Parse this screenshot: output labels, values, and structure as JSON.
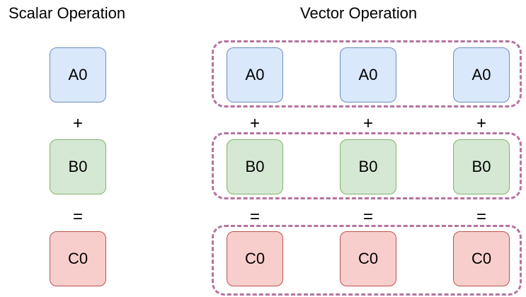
{
  "colors": {
    "a_fill": "#dae8fc",
    "a_stroke": "#6c8ebf",
    "b_fill": "#d5e8d4",
    "b_stroke": "#82b366",
    "c_fill": "#f8cecc",
    "c_stroke": "#b85450",
    "group_dash": "#b5739d"
  },
  "scalar": {
    "title": "Scalar Operation",
    "a": "A0",
    "plus": "+",
    "b": "B0",
    "equals": "=",
    "c": "C0"
  },
  "vector": {
    "title": "Vector Operation",
    "columns": [
      {
        "a": "A0",
        "plus": "+",
        "b": "B0",
        "equals": "=",
        "c": "C0"
      },
      {
        "a": "A0",
        "plus": "+",
        "b": "B0",
        "equals": "=",
        "c": "C0"
      },
      {
        "a": "A0",
        "plus": "+",
        "b": "B0",
        "equals": "=",
        "c": "C0"
      }
    ]
  }
}
